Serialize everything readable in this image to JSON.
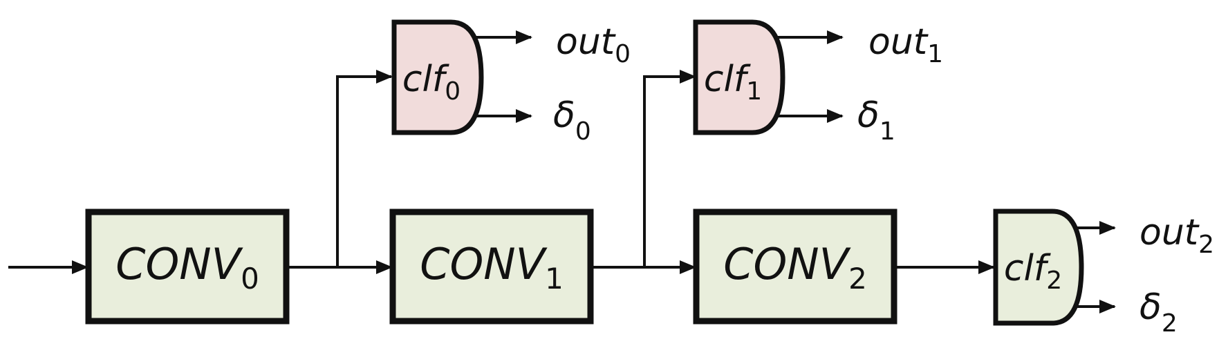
{
  "colors": {
    "conv_fill": "#e9eedc",
    "clf_fill_early": "#f1dcdb",
    "clf_fill_final": "#e9eedc",
    "stroke": "#111111"
  },
  "conv_blocks": [
    {
      "base": "CONV",
      "sub": "0"
    },
    {
      "base": "CONV",
      "sub": "1"
    },
    {
      "base": "CONV",
      "sub": "2"
    }
  ],
  "classifiers": [
    {
      "base": "clf",
      "sub": "0",
      "out_base": "out",
      "out_sub": "0",
      "delta_base": "δ",
      "delta_sub": "0"
    },
    {
      "base": "clf",
      "sub": "1",
      "out_base": "out",
      "out_sub": "1",
      "delta_base": "δ",
      "delta_sub": "1"
    },
    {
      "base": "clf",
      "sub": "2",
      "out_base": "out",
      "out_sub": "2",
      "delta_base": "δ",
      "delta_sub": "2"
    }
  ]
}
